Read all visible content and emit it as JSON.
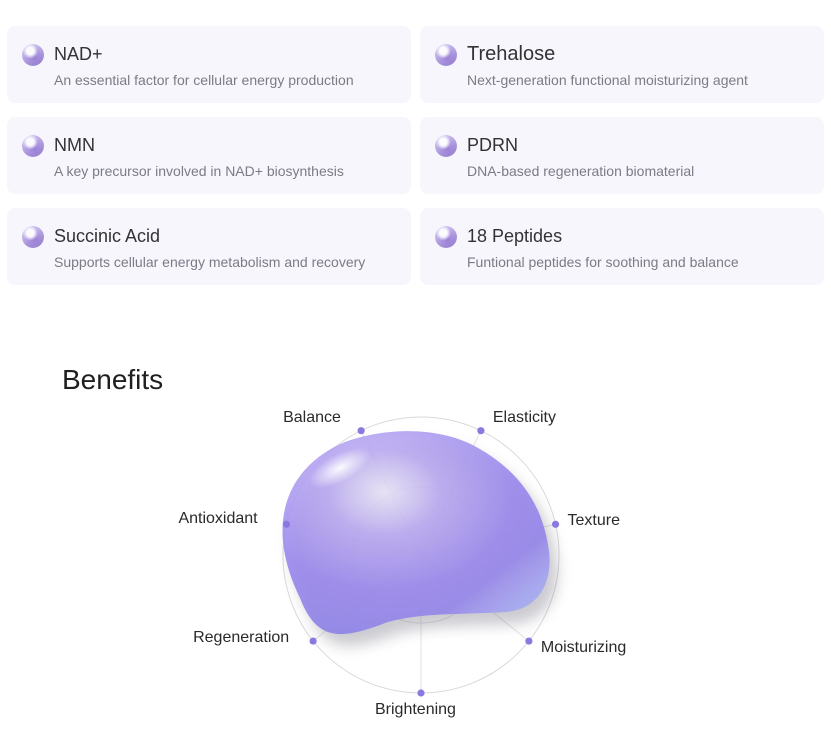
{
  "ingredients": [
    {
      "title": "NAD+",
      "description": "An essential factor for cellular energy production"
    },
    {
      "title": "Trehalose",
      "description": "Next-generation functional moisturizing agent"
    },
    {
      "title": "NMN",
      "description": "A key precursor involved in NAD+ biosynthesis"
    },
    {
      "title": "PDRN",
      "description": "DNA-based regeneration biomaterial"
    },
    {
      "title": "Succinic Acid",
      "description": "Supports cellular energy metabolism and recovery"
    },
    {
      "title": "18 Peptides",
      "description": "Funtional peptides for soothing and balance"
    }
  ],
  "benefits": {
    "title": "Benefits",
    "axes": [
      "Balance",
      "Elasticity",
      "Texture",
      "Moisturizing",
      "Brightening",
      "Regeneration",
      "Antioxidant"
    ]
  },
  "colors": {
    "card_background": "#f7f6fd",
    "accent": "#8f7ae6",
    "dot": "#8b78e0"
  },
  "icons": {
    "ingredient": "sphere-orb-icon"
  }
}
